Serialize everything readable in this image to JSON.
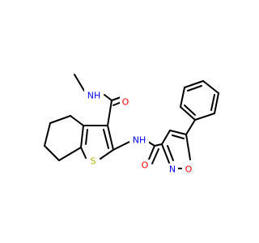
{
  "molecule": {
    "colors": {
      "bond": "#000000",
      "nitrogen": "#0000FF",
      "oxygen": "#FF0000",
      "sulfur": "#B2B200"
    },
    "atoms": {
      "nh_methyl": {
        "text": "NH",
        "element": "N"
      },
      "o_amide1": {
        "text": "O",
        "element": "O"
      },
      "nh_link": {
        "text": "NH",
        "element": "N"
      },
      "s_thiophene": {
        "text": "S",
        "element": "S"
      },
      "o_amide2": {
        "text": "O",
        "element": "O"
      },
      "n_isoxazole": {
        "text": "N",
        "element": "N"
      },
      "o_isoxazole": {
        "text": "O",
        "element": "O"
      }
    }
  }
}
